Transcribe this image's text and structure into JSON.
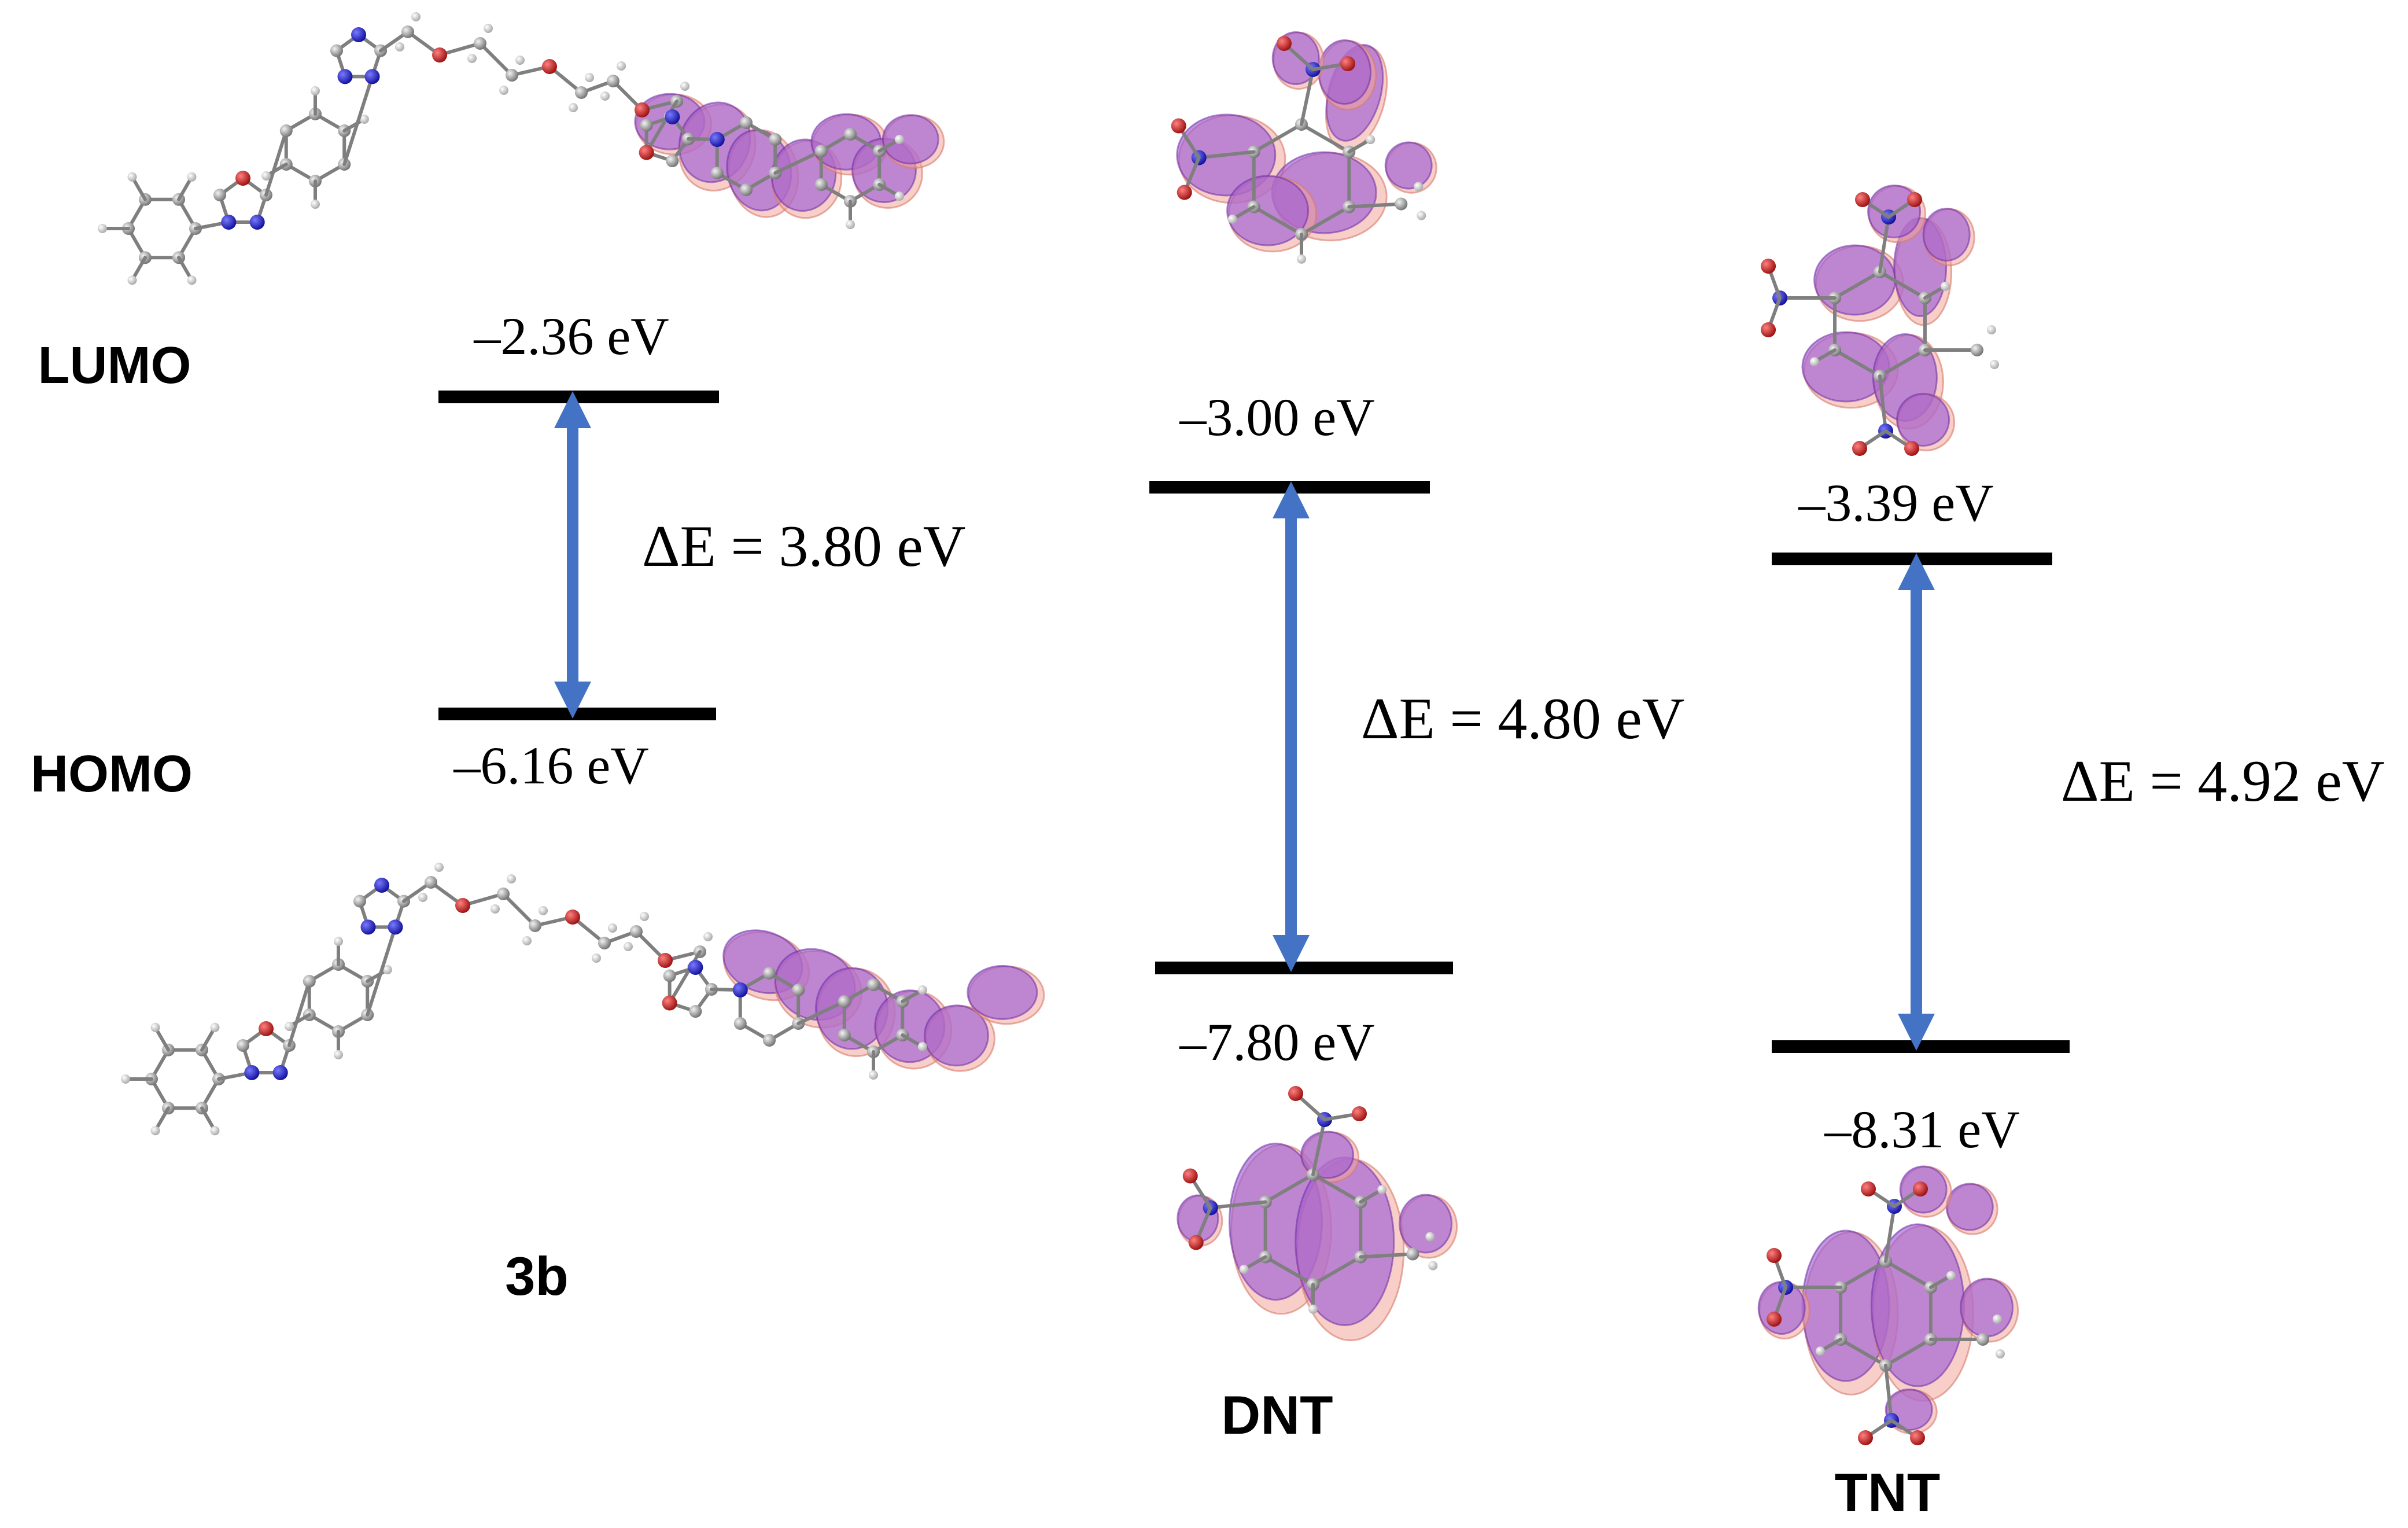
{
  "row_labels": {
    "lumo": "LUMO",
    "homo": "HOMO"
  },
  "colors": {
    "level_line": "#000000",
    "arrow": "#4472C4",
    "orbital_lobe_purple": "#9B59D6",
    "orbital_lobe_pink": "#F2A89A",
    "atom_carbon": "#8c8c8c",
    "atom_hydrogen": "#d9d9d9",
    "atom_nitrogen": "#1a1acc",
    "atom_oxygen": "#cc1a1a"
  },
  "molecules": [
    {
      "name": "3b",
      "lumo_label": "–2.36 eV",
      "homo_label": "–6.16 eV",
      "gap_label": "ΔE = 3.80 eV",
      "lumo_ev": -2.36,
      "homo_ev": -6.16,
      "gap_ev": 3.8
    },
    {
      "name": "DNT",
      "lumo_label": "–3.00 eV",
      "homo_label": "–7.80 eV",
      "gap_label": "ΔE = 4.80 eV",
      "lumo_ev": -3.0,
      "homo_ev": -7.8,
      "gap_ev": 4.8
    },
    {
      "name": "TNT",
      "lumo_label": "–3.39 eV",
      "homo_label": "–8.31 eV",
      "gap_label": "ΔE = 4.92 eV",
      "lumo_ev": -3.39,
      "homo_ev": -8.31,
      "gap_ev": 4.92
    }
  ]
}
